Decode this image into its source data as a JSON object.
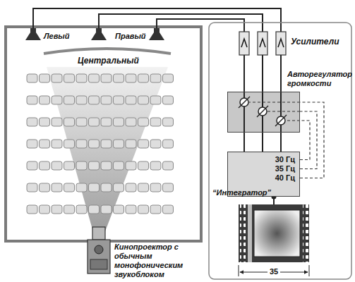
{
  "diagram": {
    "nodes": [
      {
        "text": [
          "Авторегулятор громкости"
        ]
      },
      {
        "text": [
          "30 Гц",
          "35 Гц",
          "40 Гц",
          "“Интегратор”"
        ]
      }
    ],
    "edges": [
      {
        "from": 1,
        "to": 0,
        "arrow": "none"
      },
      {
        "from": 1,
        "to": 0,
        "arrow": "none"
      },
      {
        "from": 1,
        "to": 0,
        "arrow": "none"
      },
      {
        "from": 1,
        "to": 0,
        "arrow": "none"
      },
      {
        "from": 1,
        "to": 0,
        "arrow": "none"
      },
      {
        "from": 1,
        "to": 0,
        "arrow": "none"
      }
    ],
    "labels": [
      "Левый",
      "Правый",
      "Центральный",
      "Усилители",
      "Кинопроектор с обычным монофоническим звукоблоком",
      "35"
    ]
  }
}
